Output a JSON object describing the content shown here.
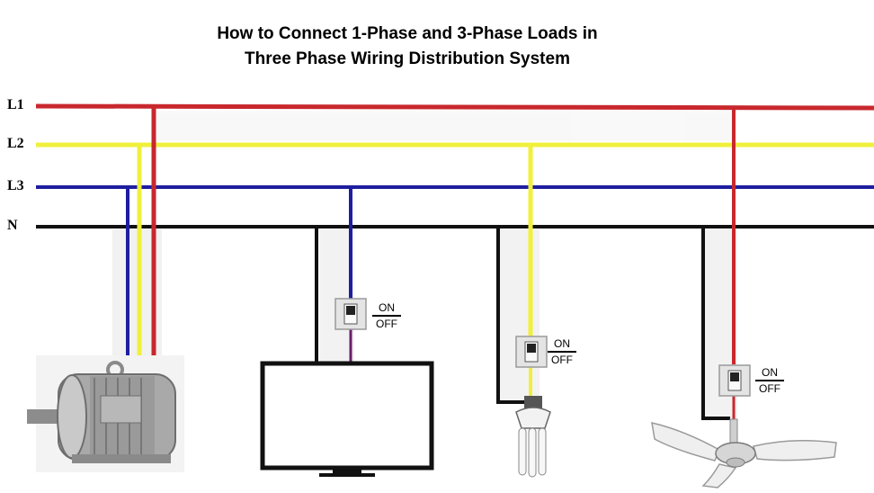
{
  "title": {
    "line1": "How to Connect 1-Phase and 3-Phase Loads in",
    "line2": "Three Phase Wiring Distribution System"
  },
  "buses": [
    {
      "label": "L1",
      "color": "#c8282d"
    },
    {
      "label": "L2",
      "color": "#f0f03c"
    },
    {
      "label": "L3",
      "color": "#1e1ea0"
    },
    {
      "label": "N",
      "color": "#111111"
    }
  ],
  "switches": [
    {
      "on": "ON",
      "off": "OFF"
    },
    {
      "on": "ON",
      "off": "OFF"
    },
    {
      "on": "ON",
      "off": "OFF"
    }
  ],
  "loads": [
    "motor-icon",
    "television-icon",
    "cfl-bulb-icon",
    "ceiling-fan-icon"
  ]
}
